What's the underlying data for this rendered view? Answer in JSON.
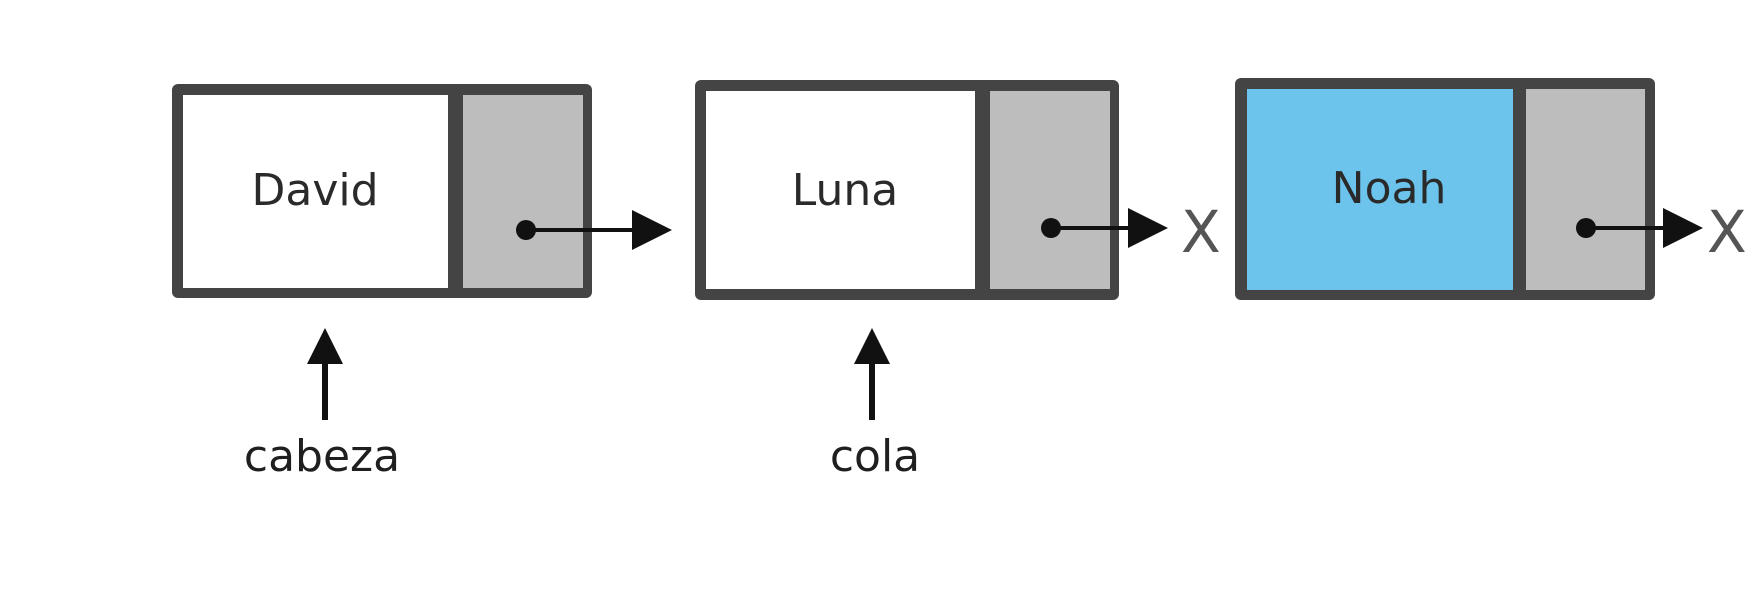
{
  "colors": {
    "frame": "#444444",
    "data_cell": "#ffffff",
    "highlight_cell": "#6cc3ec",
    "next_cell": "#bdbdbd",
    "arrow": "#111111",
    "null_marker": "#555555"
  },
  "nodes": [
    {
      "value": "David",
      "highlighted": false,
      "next": "Luna"
    },
    {
      "value": "Luna",
      "highlighted": false,
      "next": "X"
    },
    {
      "value": "Noah",
      "highlighted": true,
      "next": "X"
    }
  ],
  "pointers": [
    {
      "label": "cabeza",
      "target": "David"
    },
    {
      "label": "cola",
      "target": "Luna"
    }
  ],
  "null_symbol": "X"
}
